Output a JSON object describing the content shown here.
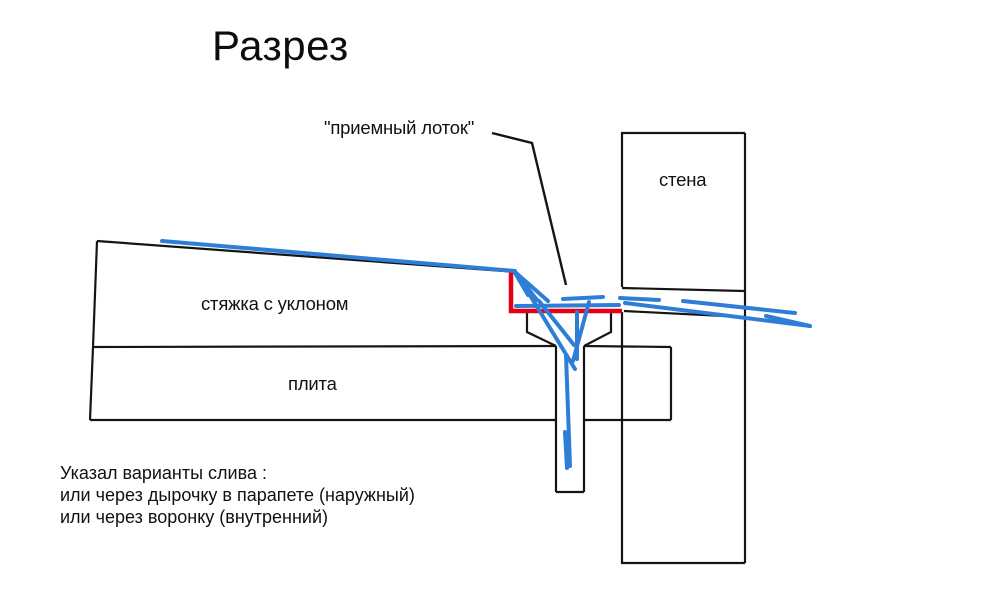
{
  "title": "Разрез",
  "labels": {
    "tray": "\"приемный лоток\"",
    "wall": "стена",
    "screed": "стяжка с уклоном",
    "slab": "плита"
  },
  "note": {
    "line1": "Указал варианты слива :",
    "line2": "или через дырочку в парапете (наружный)",
    "line3": "или через воронку (внутренний)"
  },
  "colors": {
    "line_black": "#151515",
    "tray_red": "#e60014",
    "water_blue": "#2e7ed7",
    "background": "#ffffff"
  }
}
